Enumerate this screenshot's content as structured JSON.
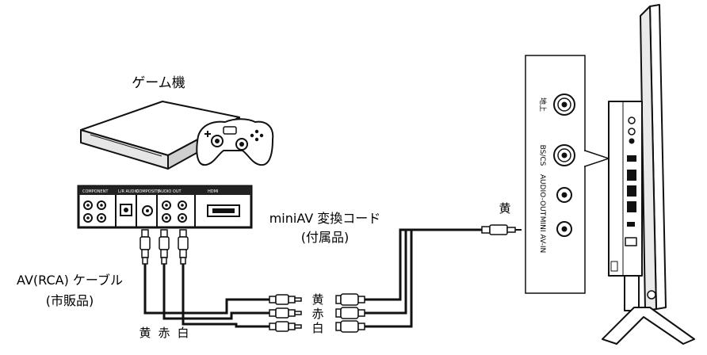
{
  "labels": {
    "game_console": "ゲーム機",
    "miniav_cord": "miniAV 変換コード",
    "miniav_cord_note": "(付属品)",
    "av_cable": "AV(RCA) ケーブル",
    "av_cable_note": "(市販品)",
    "plug_colors_bottom": [
      "黄",
      "赤",
      "白"
    ],
    "plug_colors_mid": [
      "黄",
      "赤",
      "白"
    ],
    "plug_color_tv": "黄"
  },
  "tv_ports": [
    "地上",
    "BS/CS",
    "AUDIO-OUT",
    "MINI AV-IN"
  ]
}
